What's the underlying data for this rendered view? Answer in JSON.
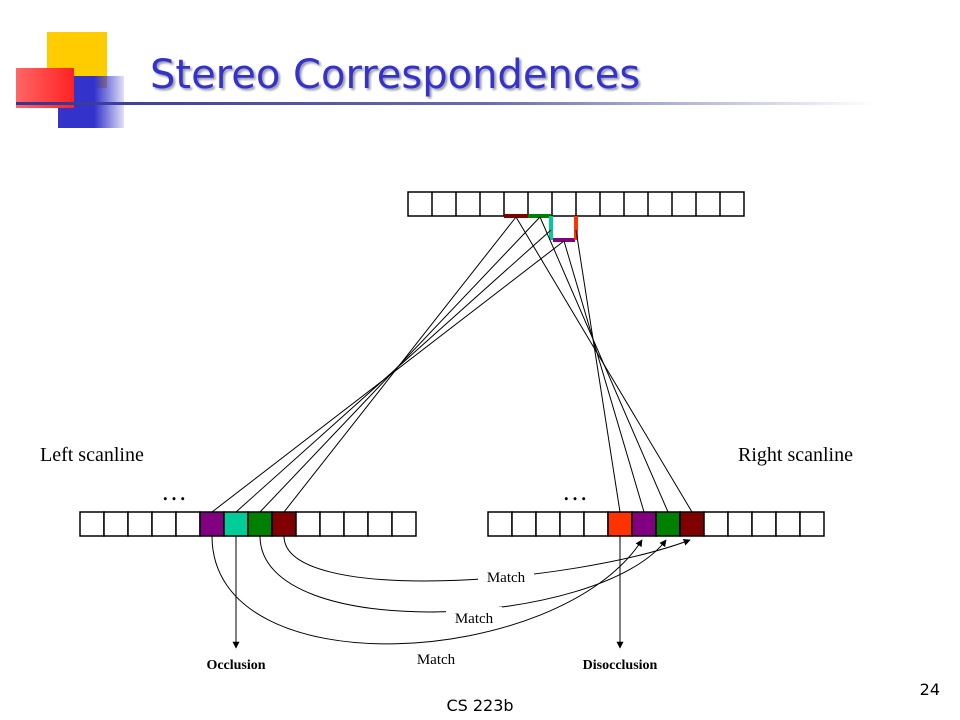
{
  "slide": {
    "title": "Stereo Correspondences",
    "footer": "CS 223b",
    "page_number": "24"
  },
  "diagram": {
    "left_label": "Left scanline",
    "right_label": "Right scanline",
    "ellipsis": "…",
    "match_label": "Match",
    "occlusion_label": "Occlusion",
    "disocclusion_label": "Disocclusion",
    "colors": {
      "purple": "#800080",
      "teal": "#00cc99",
      "green": "#008000",
      "dark_red": "#800000",
      "orange_red": "#ff3300"
    },
    "left_scanline_cells": [
      "",
      "",
      "",
      "",
      "",
      "purple",
      "teal",
      "green",
      "dark_red",
      "",
      "",
      "",
      "",
      ""
    ],
    "right_scanline_cells": [
      "",
      "",
      "",
      "",
      "",
      "orange_red",
      "purple",
      "green",
      "dark_red",
      "",
      "",
      "",
      "",
      ""
    ]
  }
}
